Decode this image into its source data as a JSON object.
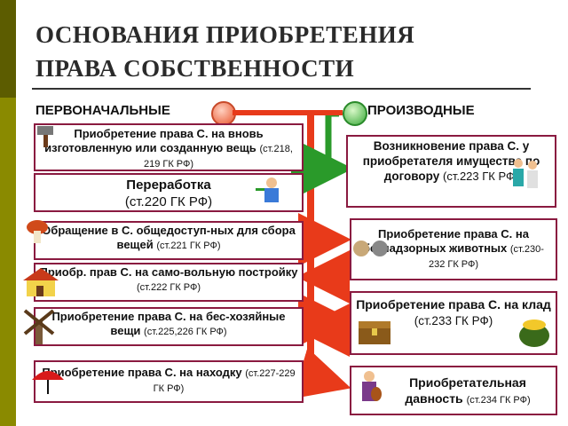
{
  "title": {
    "line1": "ОСНОВАНИЯ ПРИОБРЕТЕНИЯ",
    "line2": "ПРАВА СОБСТВЕННОСТИ"
  },
  "columns": {
    "left_heading": "ПЕРВОНАЧАЛЬНЫЕ",
    "right_heading": "ПРОИЗВОДНЫЕ"
  },
  "left_boxes": [
    {
      "text": "Приобретение права С. на вновь изготовленную или созданную вещь",
      "ref": "(ст.218, 219 ГК РФ)",
      "icon": "tool-icon"
    },
    {
      "text": "Переработка",
      "ref": "(ст.220 ГК РФ)",
      "icon": "worker-icon"
    },
    {
      "text": "Обращение в С. общедоступ-ных для сбора вещей",
      "ref": "(ст.221 ГК РФ)",
      "icon": "mushroom-icon"
    },
    {
      "text": "Приобр. прав С. на само-вольную постройку",
      "ref": "(ст.222 ГК РФ)",
      "icon": "house-icon"
    },
    {
      "text": "Приобретение права С. на бес-хозяйные вещи",
      "ref": "(ст.225,226 ГК РФ)",
      "icon": "windmill-icon"
    },
    {
      "text": "Приобретение права С. на находку",
      "ref": "(ст.227-229 ГК РФ)",
      "icon": "umbrella-icon"
    }
  ],
  "right_boxes": [
    {
      "text": "Возникновение права С. у приобретателя имущества по договору",
      "ref": "(ст.223 ГК РФ)",
      "icon": "buyers-icon"
    },
    {
      "text": "Приобретение права С. на безнадзорных животных",
      "ref": "(ст.230-232 ГК РФ)",
      "icon": "animals-icon"
    },
    {
      "text": "Приобретение права С. на клад",
      "ref": "(ст.233 ГК РФ)",
      "icon": "treasure-icon"
    },
    {
      "text": "Приобретательная давность",
      "ref": "(ст.234 ГК РФ)",
      "icon": "violinist-icon"
    }
  ],
  "colors": {
    "arrow_red": "#e83a1a",
    "arrow_green": "#2a9a2a",
    "box_border": "#8a1a40",
    "sidebar": "#8a8a00"
  }
}
